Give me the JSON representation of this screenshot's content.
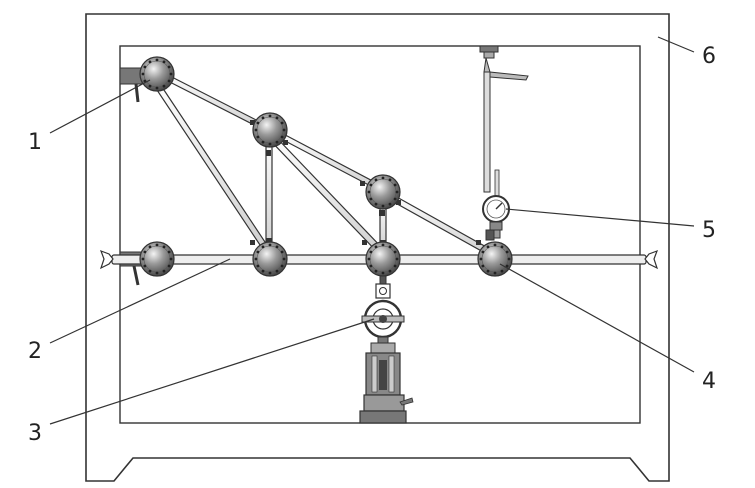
{
  "callouts": {
    "c1": "1",
    "c2": "2",
    "c3": "3",
    "c4": "4",
    "c5": "5",
    "c6": "6"
  },
  "colors": {
    "line": "#333333",
    "frame_fill": "#ffffff",
    "bar_fill": "#e8e8e8",
    "clamp_fill": "#777777",
    "stand_fill": "#888888"
  },
  "icons": {
    "joint": "truss-joint-disc",
    "gauge": "dial-gauge",
    "load_cell": "load-sensor-ring",
    "support": "star-end-support"
  }
}
